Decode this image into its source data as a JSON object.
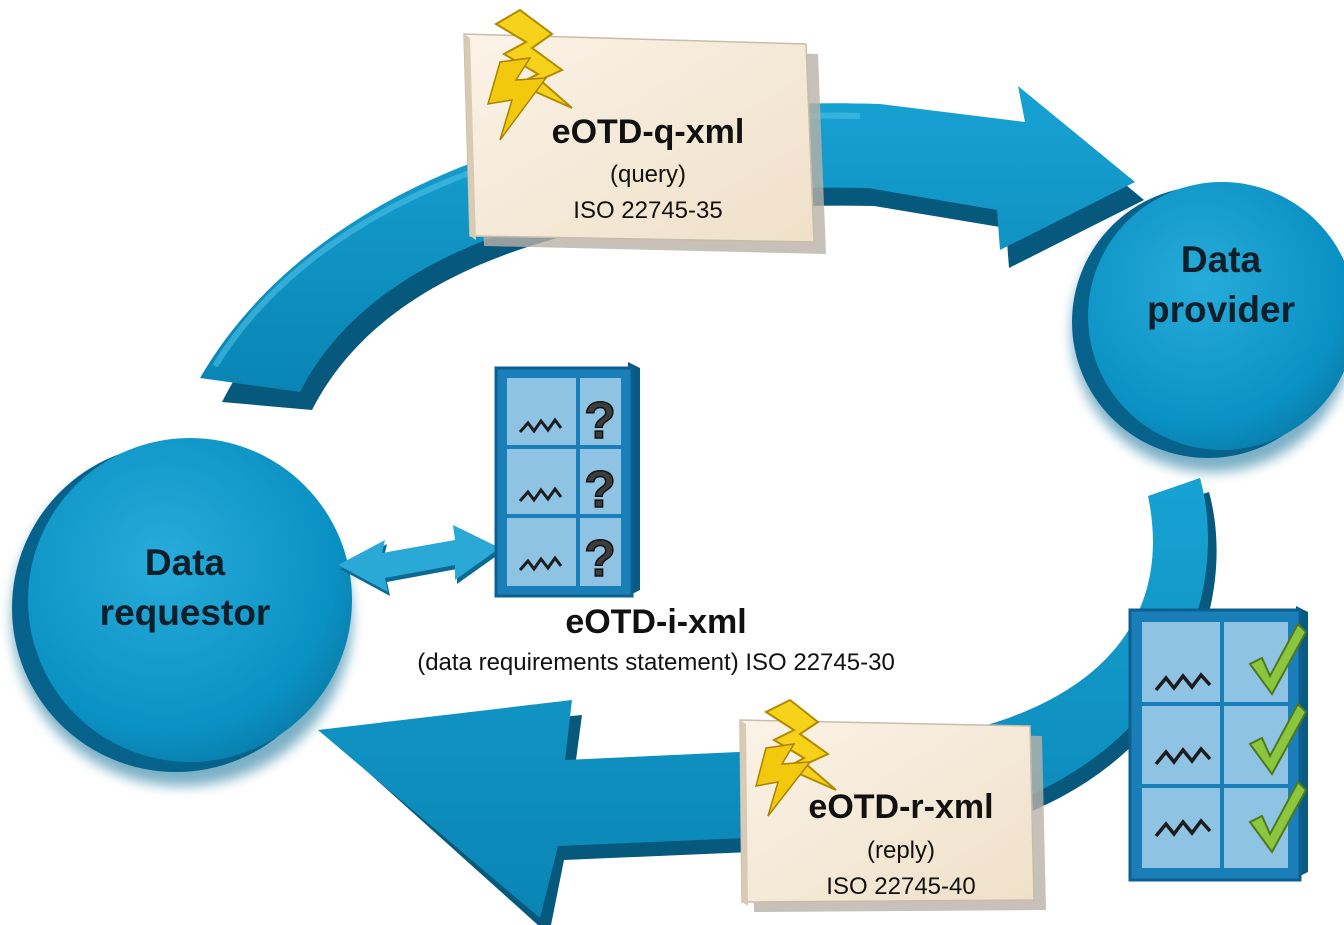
{
  "colors": {
    "blue": "#0a8fc0",
    "blue_dark": "#0a5f86",
    "blue_light": "#3fb3dd",
    "note_fill": "#f7ecdc",
    "bolt": "#f6d21a",
    "check": "#8cc63f"
  },
  "nodes": {
    "provider": {
      "line1": "Data",
      "line2": "provider"
    },
    "requestor": {
      "line1": "Data",
      "line2": "requestor"
    }
  },
  "messages": {
    "query": {
      "title": "eOTD-q-xml",
      "subtitle": "(query)",
      "standard": "ISO 22745-35",
      "icon": "lightning-bolt-icon"
    },
    "reply": {
      "title": "eOTD-r-xml",
      "subtitle": "(reply)",
      "standard": "ISO 22745-40",
      "icon": "lightning-bolt-icon"
    },
    "identification": {
      "title": "eOTD-i-xml",
      "caption": "(data requirements statement) ISO 22745-30"
    }
  },
  "grids": {
    "requirements": {
      "rows": 3,
      "value_icon": "squiggle-icon",
      "status_icon": "question-mark-icon",
      "status_glyph": "?"
    },
    "reply": {
      "rows": 3,
      "value_icon": "squiggle-icon",
      "status_icon": "checkmark-icon"
    }
  }
}
